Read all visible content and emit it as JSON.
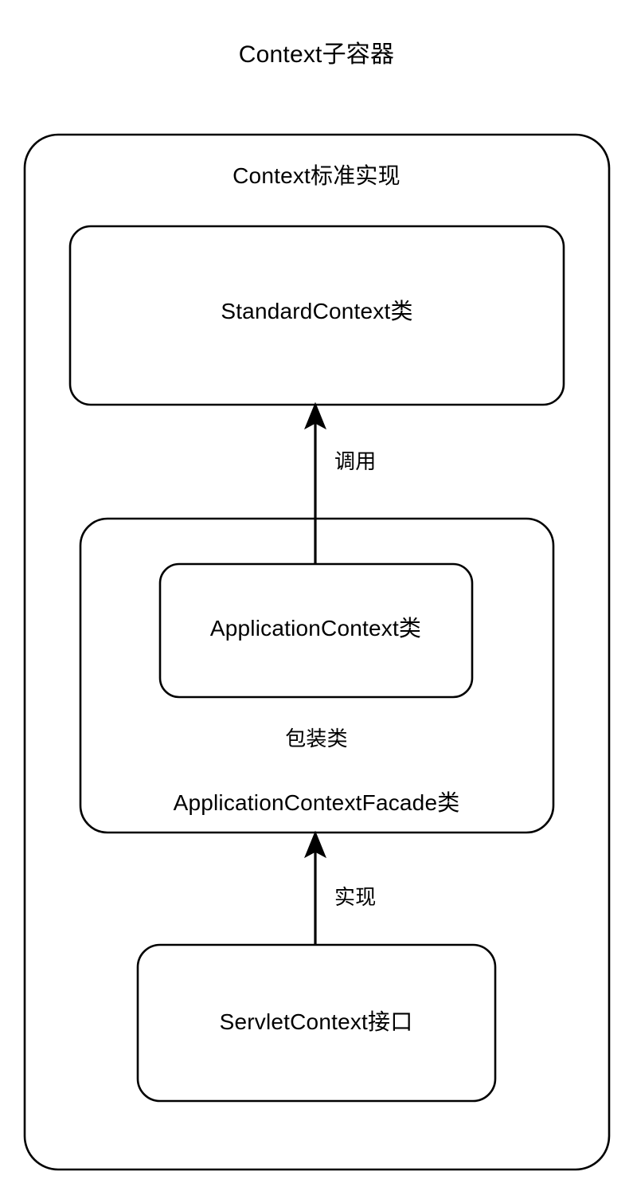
{
  "diagram": {
    "title": "Context子容器",
    "background_color": "#ffffff",
    "stroke_color": "#000000",
    "nodes": {
      "outer_container": {
        "label": "Context标准实现",
        "shape": "rounded-rectangle"
      },
      "standard_context": {
        "label": "StandardContext类",
        "shape": "rounded-rectangle"
      },
      "facade_container": {
        "label": "ApplicationContextFacade类",
        "sublabel": "包装类",
        "shape": "rounded-rectangle"
      },
      "application_context": {
        "label": "ApplicationContext类",
        "shape": "rounded-rectangle"
      },
      "servlet_context": {
        "label": "ServletContext接口",
        "shape": "rounded-rectangle"
      }
    },
    "edges": [
      {
        "id": "edge-call",
        "label": "调用",
        "from": "ApplicationContext类",
        "to": "StandardContext类",
        "direction": "up",
        "arrowhead": "filled-triangle"
      },
      {
        "id": "edge-implements",
        "label": "实现",
        "from": "ServletContext接口",
        "to": "ApplicationContextFacade类",
        "direction": "up",
        "arrowhead": "filled-triangle"
      }
    ]
  }
}
